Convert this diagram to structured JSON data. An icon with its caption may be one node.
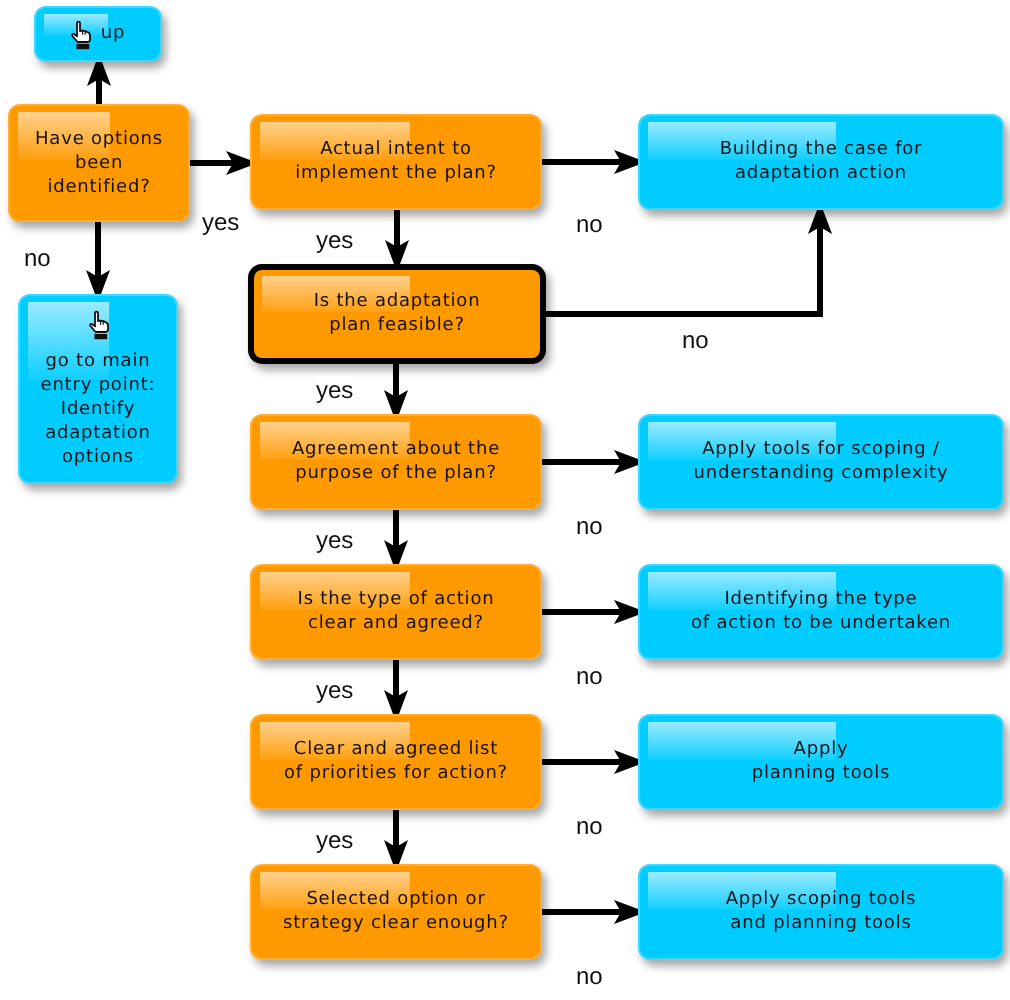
{
  "diagram": {
    "nodes": [
      {
        "text": [
          "up"
        ]
      },
      {
        "text": [
          "Have options been identified?"
        ]
      },
      {
        "text": [
          "go to main entry point: Identify adaptation options"
        ]
      },
      {
        "text": [
          "Actual intent to implement the plan?"
        ]
      },
      {
        "text": [
          "Building the case for adaptation action"
        ]
      },
      {
        "text": [
          "Is the adaptation plan feasible?"
        ]
      },
      {
        "text": [
          "Agreement about the purpose of the plan?"
        ]
      },
      {
        "text": [
          "Apply tools for scoping / understanding complexity"
        ]
      },
      {
        "text": [
          "Is the type of action clear and agreed?"
        ]
      },
      {
        "text": [
          "Identifying the type of action to be undertaken"
        ]
      },
      {
        "text": [
          "Clear and agreed list of priorities for action?"
        ]
      },
      {
        "text": [
          "Apply planning tools"
        ]
      },
      {
        "text": [
          "Selected option or strategy clear enough?"
        ]
      },
      {
        "text": [
          "Apply scoping tools and planning tools"
        ]
      }
    ],
    "edges": [
      {
        "from": 1,
        "to": 0,
        "arrow": "to"
      },
      {
        "from": 1,
        "to": 2,
        "arrow": "to",
        "label": "no"
      },
      {
        "from": 1,
        "to": 3,
        "arrow": "to",
        "label": "yes"
      },
      {
        "from": 3,
        "to": 4,
        "arrow": "to",
        "label": "no"
      },
      {
        "from": 3,
        "to": 5,
        "arrow": "to",
        "label": "yes"
      },
      {
        "from": 5,
        "to": 4,
        "arrow": "to",
        "label": "no"
      },
      {
        "from": 5,
        "to": 6,
        "arrow": "to",
        "label": "yes"
      },
      {
        "from": 6,
        "to": 7,
        "arrow": "to",
        "label": "no"
      },
      {
        "from": 6,
        "to": 8,
        "arrow": "to",
        "label": "yes"
      },
      {
        "from": 8,
        "to": 9,
        "arrow": "to",
        "label": "no"
      },
      {
        "from": 8,
        "to": 10,
        "arrow": "to",
        "label": "yes"
      },
      {
        "from": 10,
        "to": 11,
        "arrow": "to",
        "label": "no"
      },
      {
        "from": 10,
        "to": 12,
        "arrow": "to",
        "label": "yes"
      },
      {
        "from": 12,
        "to": 13,
        "arrow": "to",
        "label": "no"
      }
    ]
  }
}
